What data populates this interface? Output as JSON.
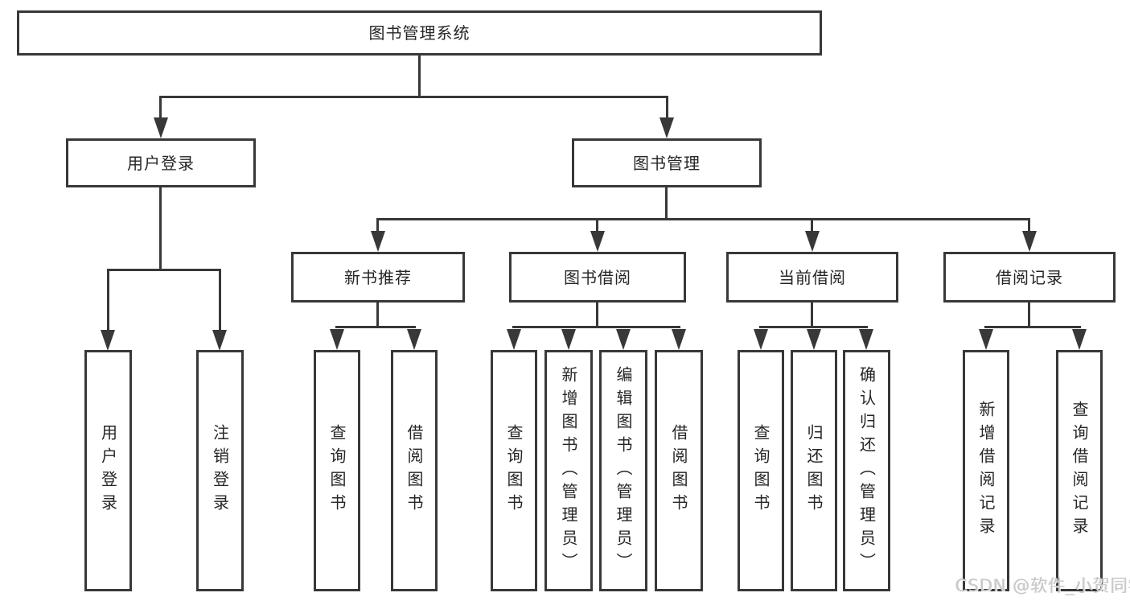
{
  "colors": {
    "background": "#ffffff",
    "line": "#383838",
    "box_border": "#383838",
    "text": "#262626",
    "watermark": "#c9c9c9"
  },
  "diagram": {
    "type": "hierarchy-tree",
    "root": {
      "label": "图书管理系统"
    },
    "branches": [
      {
        "label": "用户登录",
        "children": [
          {
            "label": "用户登录"
          },
          {
            "label": "注销登录"
          }
        ]
      },
      {
        "label": "图书管理",
        "children": [
          {
            "label": "新书推荐",
            "children": [
              {
                "label": "查询图书"
              },
              {
                "label": "借阅图书"
              }
            ]
          },
          {
            "label": "图书借阅",
            "children": [
              {
                "label": "查询图书"
              },
              {
                "label": "新增图书（管理员）"
              },
              {
                "label": "编辑图书（管理员）"
              },
              {
                "label": "借阅图书"
              }
            ]
          },
          {
            "label": "当前借阅",
            "children": [
              {
                "label": "查询图书"
              },
              {
                "label": "归还图书"
              },
              {
                "label": "确认归还（管理员）"
              }
            ]
          },
          {
            "label": "借阅记录",
            "children": [
              {
                "label": "新增借阅记录"
              },
              {
                "label": "查询借阅记录"
              }
            ]
          }
        ]
      }
    ]
  },
  "watermark": {
    "text": "CSDN @软件_小贺同学"
  }
}
